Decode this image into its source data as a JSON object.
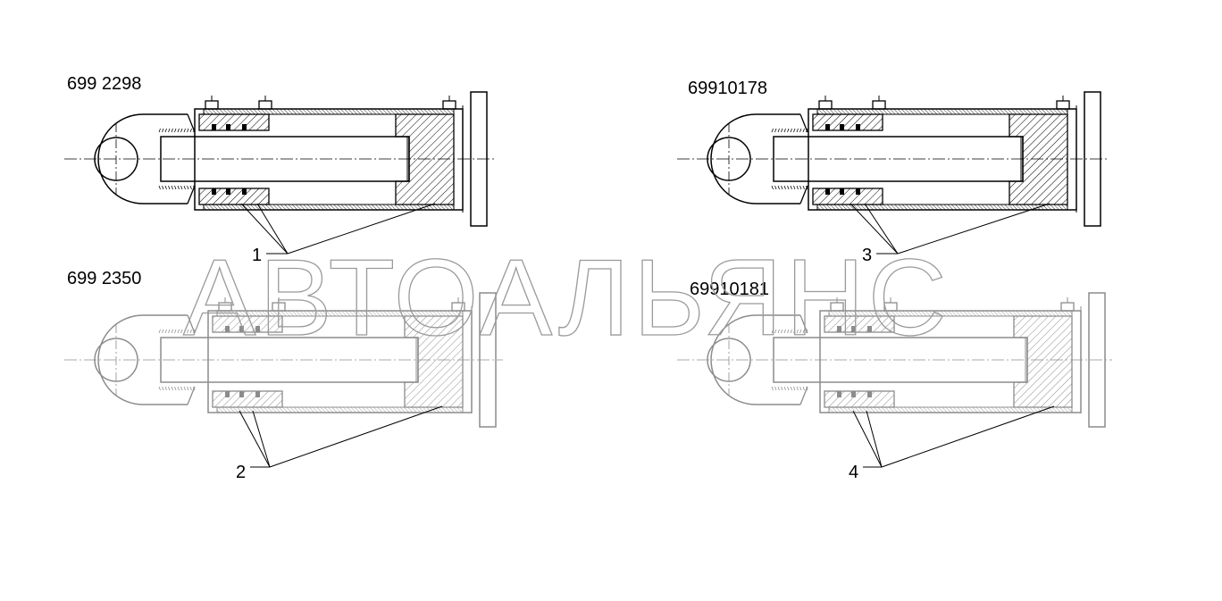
{
  "figure": {
    "drawings": [
      {
        "part_number": "699 2298",
        "callout": "1",
        "style": "solid"
      },
      {
        "part_number": "69910178",
        "callout": "3",
        "style": "solid"
      },
      {
        "part_number": "699 2350",
        "callout": "2",
        "style": "light"
      },
      {
        "part_number": "69910181",
        "callout": "4",
        "style": "light"
      }
    ]
  },
  "watermark": {
    "text": "АВТОАЛЬЯНС"
  },
  "colors": {
    "line": "#000000",
    "light_line": "#8c8c8c",
    "watermark": "#9a9a9a"
  }
}
